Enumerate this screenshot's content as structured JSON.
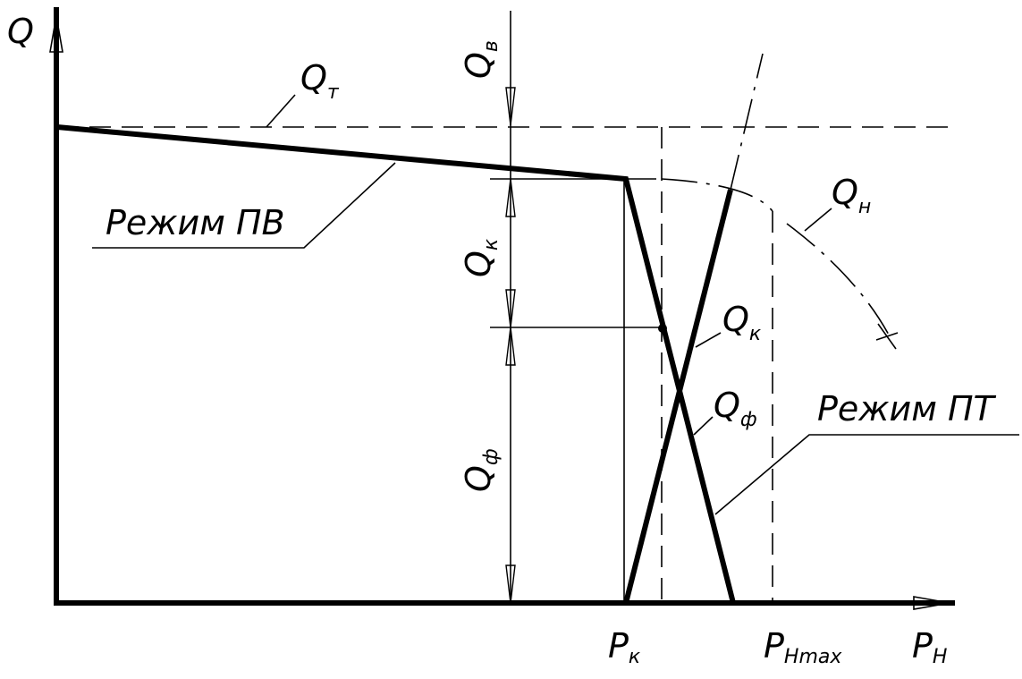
{
  "axes": {
    "y_label": "Q",
    "x_label_main": "P",
    "x_label_sub": "Н"
  },
  "labels": {
    "q_t": {
      "main": "Q",
      "sub": "т"
    },
    "q_v": {
      "main": "Q",
      "sub": "в"
    },
    "q_k_vertical": {
      "main": "Q",
      "sub": "к"
    },
    "q_f_vertical": {
      "main": "Q",
      "sub": "ф"
    },
    "q_k_curve": {
      "main": "Q",
      "sub": "к"
    },
    "q_f_curve": {
      "main": "Q",
      "sub": "ф"
    },
    "q_n": {
      "main": "Q",
      "sub": "н"
    },
    "p_k": {
      "main": "P",
      "sub": "к"
    },
    "p_nmax": {
      "main": "P",
      "sub": "Нmax"
    },
    "mode_pv": "Режим ПВ",
    "mode_pt": "Режим ПТ"
  }
}
